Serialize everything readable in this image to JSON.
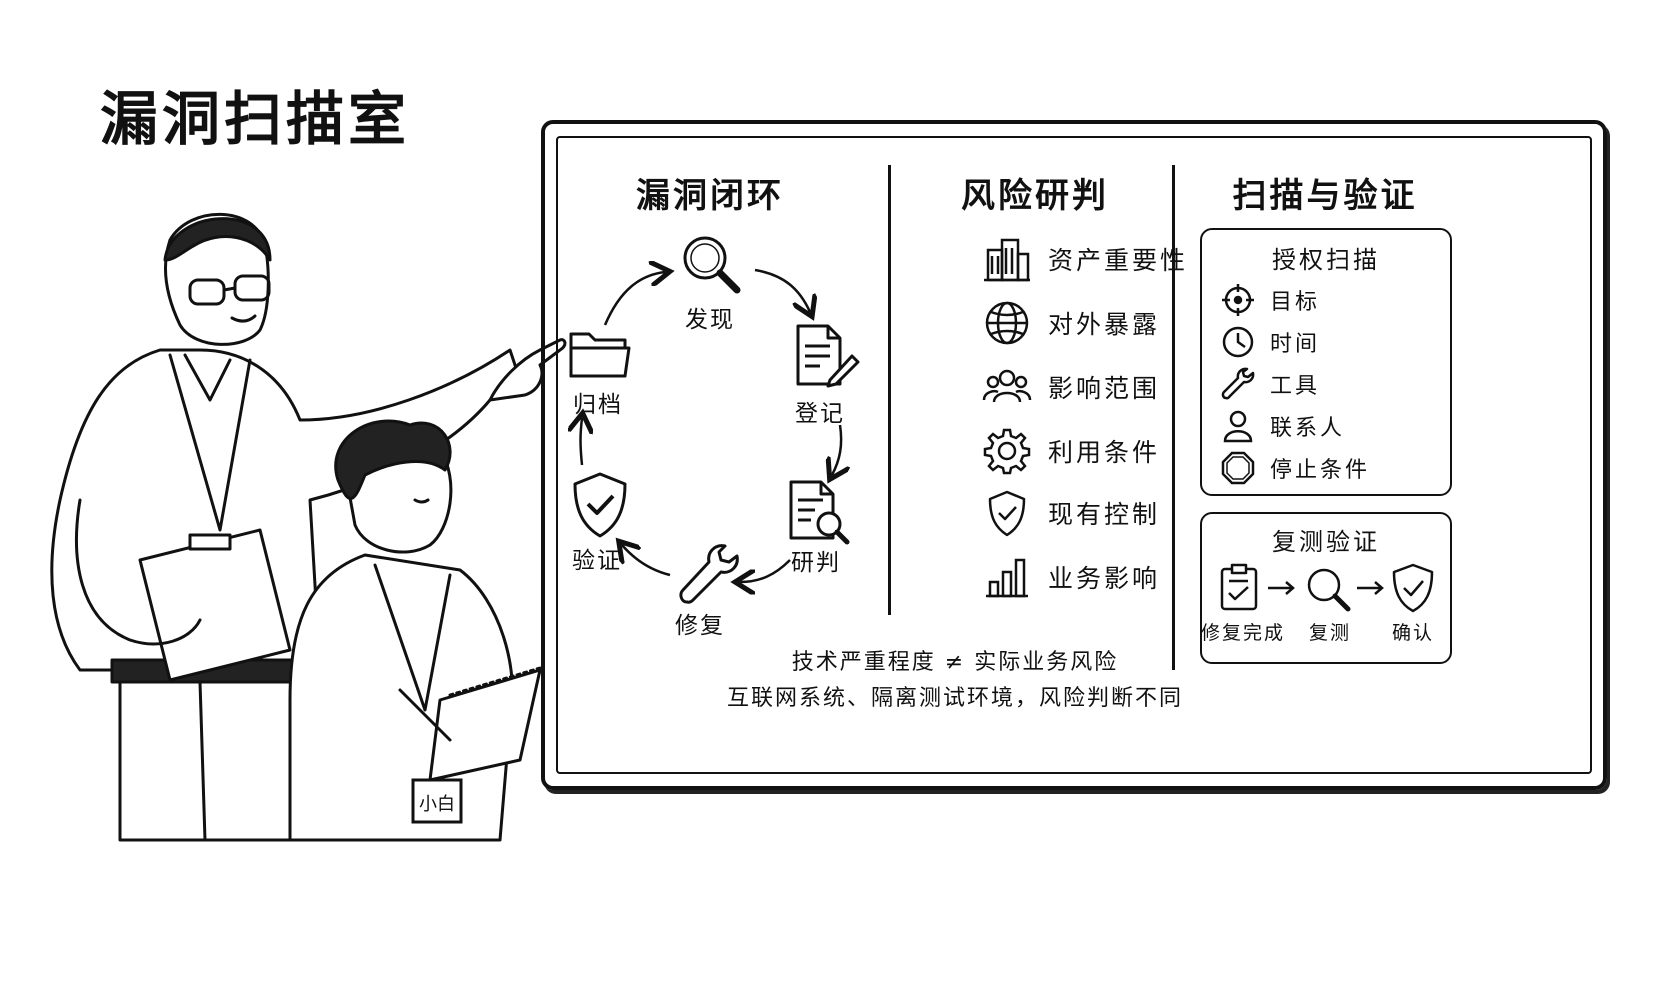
{
  "title": "漏洞扫描室",
  "badge": "小白",
  "board": {
    "loop": {
      "title": "漏洞闭环",
      "steps": [
        {
          "label": "发现",
          "icon": "magnifier-icon"
        },
        {
          "label": "登记",
          "icon": "document-pen-icon"
        },
        {
          "label": "研判",
          "icon": "document-search-icon"
        },
        {
          "label": "修复",
          "icon": "wrench-icon"
        },
        {
          "label": "验证",
          "icon": "shield-check-icon"
        },
        {
          "label": "归档",
          "icon": "folder-icon"
        }
      ]
    },
    "risk": {
      "title": "风险研判",
      "items": [
        {
          "label": "资产重要性",
          "icon": "building-icon"
        },
        {
          "label": "对外暴露",
          "icon": "globe-icon"
        },
        {
          "label": "影响范围",
          "icon": "people-icon"
        },
        {
          "label": "利用条件",
          "icon": "gear-icon"
        },
        {
          "label": "现有控制",
          "icon": "shield-check-icon"
        },
        {
          "label": "业务影响",
          "icon": "bar-chart-icon"
        }
      ]
    },
    "scan": {
      "title": "扫描与验证",
      "authorized": {
        "title": "授权扫描",
        "items": [
          {
            "label": "目标",
            "icon": "crosshair-icon"
          },
          {
            "label": "时间",
            "icon": "clock-icon"
          },
          {
            "label": "工具",
            "icon": "wrench-icon"
          },
          {
            "label": "联系人",
            "icon": "person-icon"
          },
          {
            "label": "停止条件",
            "icon": "stop-octagon-icon"
          }
        ]
      },
      "retest": {
        "title": "复测验证",
        "steps": [
          {
            "label": "修复完成",
            "icon": "clipboard-check-icon"
          },
          {
            "label": "复测",
            "icon": "magnifier-icon"
          },
          {
            "label": "确认",
            "icon": "shield-check-icon"
          }
        ]
      }
    },
    "notes": [
      "技术严重程度 ≠ 实际业务风险",
      "互联网系统、隔离测试环境，风险判断不同"
    ]
  }
}
